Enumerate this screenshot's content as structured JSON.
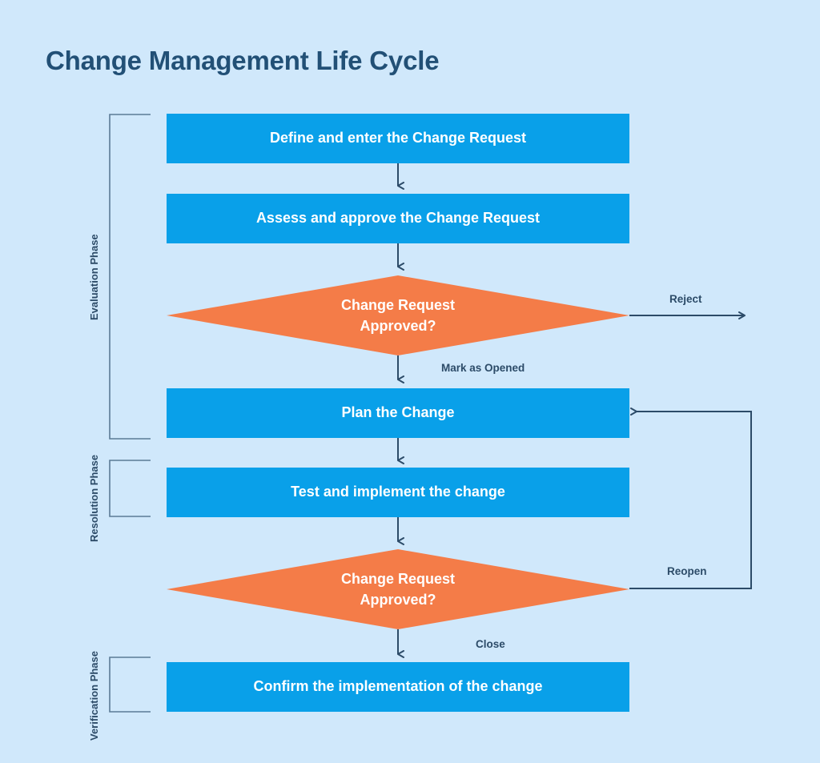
{
  "page": {
    "title": "Change Management Life Cycle",
    "background_color": "#d0e8fb"
  },
  "colors": {
    "process_box": "#09a0e9",
    "decision_diamond": "#f47c48",
    "connector_line": "#2c4b68",
    "title_text": "#225076",
    "box_text": "#ffffff",
    "label_text": "#2c4b68"
  },
  "chart_data": {
    "type": "diagram",
    "diagram_kind": "flowchart",
    "title": "Change Management Life Cycle",
    "nodes": [
      {
        "id": "n1",
        "kind": "process",
        "label": "Define and enter the Change Request"
      },
      {
        "id": "n2",
        "kind": "process",
        "label": "Assess and approve the Change Request"
      },
      {
        "id": "d1",
        "kind": "decision",
        "label_line1": "Change Request",
        "label_line2": "Approved?"
      },
      {
        "id": "n3",
        "kind": "process",
        "label": "Plan the Change"
      },
      {
        "id": "n4",
        "kind": "process",
        "label": "Test and implement the change"
      },
      {
        "id": "d2",
        "kind": "decision",
        "label_line1": "Change Request",
        "label_line2": "Approved?"
      },
      {
        "id": "n5",
        "kind": "process",
        "label": "Confirm the implementation of the change"
      }
    ],
    "edges": [
      {
        "from": "n1",
        "to": "n2",
        "label": ""
      },
      {
        "from": "n2",
        "to": "d1",
        "label": ""
      },
      {
        "from": "d1",
        "to": "exit",
        "label": "Reject"
      },
      {
        "from": "d1",
        "to": "n3",
        "label": "Mark as Opened"
      },
      {
        "from": "n3",
        "to": "n4",
        "label": ""
      },
      {
        "from": "n4",
        "to": "d2",
        "label": ""
      },
      {
        "from": "d2",
        "to": "n3",
        "label": "Reopen"
      },
      {
        "from": "d2",
        "to": "n5",
        "label": "Close"
      }
    ],
    "phases": [
      {
        "name": "Evaluation Phase",
        "covers": [
          "n1",
          "n2",
          "d1",
          "n3"
        ]
      },
      {
        "name": "Resolution Phase",
        "covers": [
          "n4"
        ]
      },
      {
        "name": "Verification Phase",
        "covers": [
          "n5"
        ]
      }
    ]
  },
  "boxes": {
    "b1": "Define and enter the Change Request",
    "b2": "Assess and approve the Change Request",
    "b3": "Plan the Change",
    "b4": "Test and implement the change",
    "b5": "Confirm the implementation of the change"
  },
  "diamonds": {
    "d1_line1": "Change Request",
    "d1_line2": "Approved?",
    "d2_line1": "Change Request",
    "d2_line2": "Approved?"
  },
  "edge_labels": {
    "reject": "Reject",
    "mark_as_opened": "Mark as Opened",
    "reopen": "Reopen",
    "close": "Close"
  },
  "phases": {
    "evaluation": "Evaluation Phase",
    "resolution": "Resolution Phase",
    "verification": "Verification Phase"
  }
}
